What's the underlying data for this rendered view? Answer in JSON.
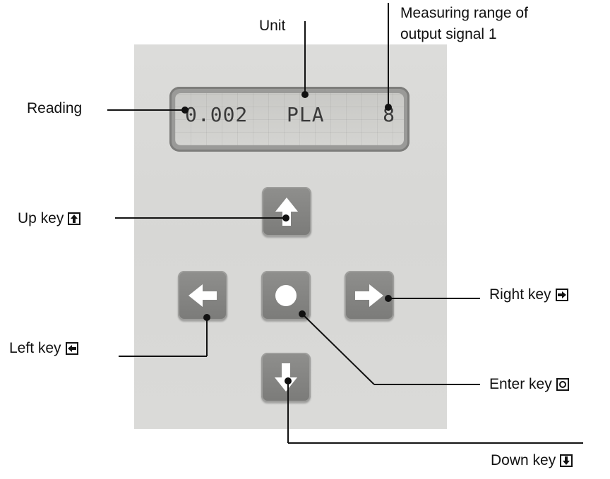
{
  "labels": {
    "unit": "Unit",
    "range_line1": "Measuring range of",
    "range_line2": "output signal 1",
    "reading": "Reading",
    "up_key": "Up key",
    "left_key": "Left key",
    "right_key": "Right key",
    "enter_key": "Enter key",
    "down_key": "Down key"
  },
  "display": {
    "reading": "0.002",
    "unit": "PLA",
    "range": "8"
  },
  "colors": {
    "panel": "#d9d9d7",
    "key": "#858583",
    "text": "#111111"
  },
  "icons": [
    "up-arrow-icon",
    "down-arrow-icon",
    "left-arrow-icon",
    "right-arrow-icon",
    "enter-circle-icon"
  ]
}
